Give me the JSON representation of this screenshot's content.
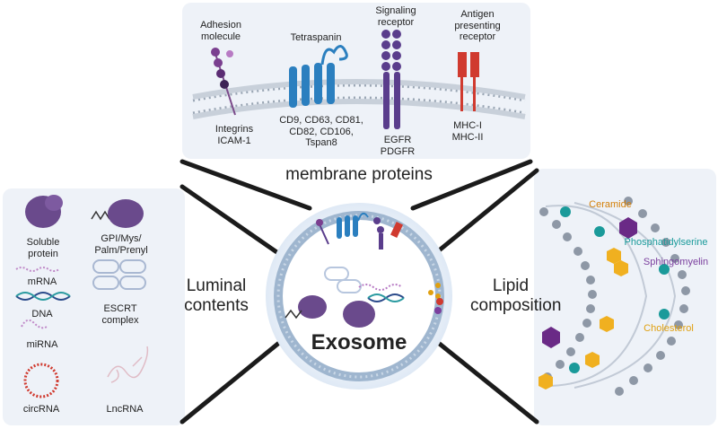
{
  "center": {
    "title": "Exosome"
  },
  "membrane": {
    "heading": "membrane proteins",
    "proteins": [
      {
        "name": "Adhesion molecule",
        "examples": "Integrins ICAM-1"
      },
      {
        "name": "Tetraspanin",
        "examples": "CD9, CD63, CD81, CD82, CD106, Tspan8"
      },
      {
        "name": "Signaling receptor",
        "examples": "EGFR PDGFR"
      },
      {
        "name": "Antigen presenting receptor",
        "examples": "MHC-I MHC-II"
      }
    ]
  },
  "luminal": {
    "heading": "Luminal contents",
    "items": [
      "Soluble protein",
      "GPI/Mys/ Palm/Prenyl",
      "mRNA",
      "DNA",
      "ESCRT complex",
      "miRNA",
      "circRNA",
      "LncRNA"
    ]
  },
  "lipid": {
    "heading": "Lipid composition",
    "items": [
      {
        "name": "Ceramide",
        "color": "#d4800a"
      },
      {
        "name": "Phosphatidylserine",
        "color": "#1a9a9a"
      },
      {
        "name": "Sphingomyelin",
        "color": "#7b3f9e"
      },
      {
        "name": "Cholesterol",
        "color": "#e0a010"
      }
    ]
  }
}
